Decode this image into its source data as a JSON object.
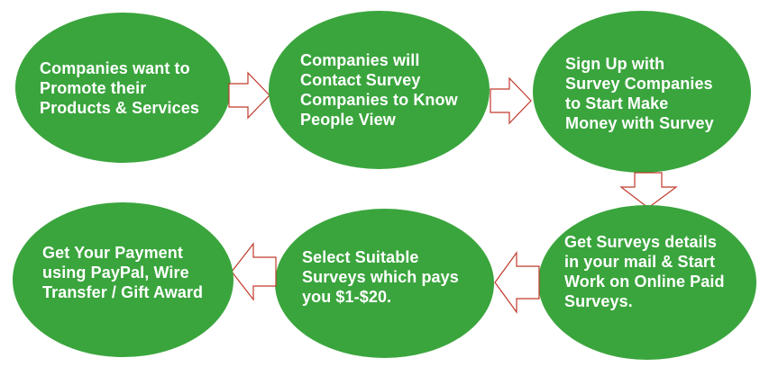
{
  "colors": {
    "node_fill": "#3aa53d",
    "node_text": "#ffffff",
    "arrow_stroke": "#c0392b",
    "arrow_fill": "#ffffff"
  },
  "steps": [
    {
      "text": "Companies want to\nPromote their\nProducts & Services"
    },
    {
      "text": "Companies will\nContact Survey\nCompanies to Know\nPeople View"
    },
    {
      "text": "Sign Up with\nSurvey Companies\nto Start Make\nMoney with Survey"
    },
    {
      "text": "Get Surveys details\nin your mail & Start\nWork on Online Paid\nSurveys."
    },
    {
      "text": "Select Suitable\nSurveys which pays\nyou $1-$20."
    },
    {
      "text": "Get Your Payment\nusing PayPal, Wire\nTransfer / Gift Award"
    }
  ],
  "arrows": [
    {
      "direction": "right"
    },
    {
      "direction": "right"
    },
    {
      "direction": "down"
    },
    {
      "direction": "left"
    },
    {
      "direction": "left"
    }
  ]
}
